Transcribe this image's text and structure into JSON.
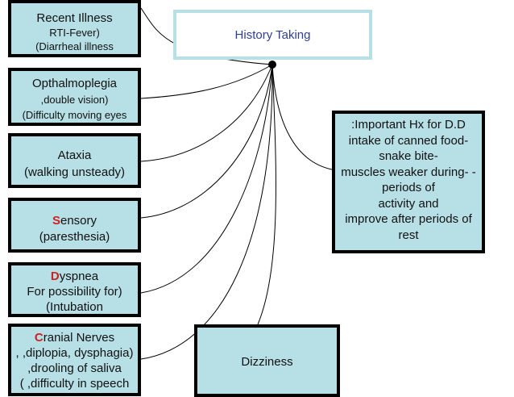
{
  "colors": {
    "box_fill": "#b7dfe6",
    "box_border": "#000000",
    "title_text": "#2f3f8f",
    "highlight_letter": "#d21f1f"
  },
  "history": {
    "label": "History Taking"
  },
  "recent_illness": {
    "title": "Recent Illness",
    "line2": "RTI-Fever)",
    "line3": "(Diarrheal illness"
  },
  "opthalmoplegia": {
    "title": "Opthalmoplegia",
    "line2": ",double vision)",
    "line3": "(Difficulty moving eyes"
  },
  "ataxia": {
    "title": "Ataxia",
    "line2": "(walking unsteady)"
  },
  "sensory": {
    "initial": "S",
    "rest": "ensory",
    "line2": "(paresthesia)"
  },
  "dyspnea": {
    "initial": "D",
    "rest": "yspnea",
    "line2": "For possibility for)",
    "line3": "(Intubation"
  },
  "cranial": {
    "initial": "C",
    "rest": "ranial Nerves",
    "line2": ", ,diplopia, dysphagia)",
    "line3": ",drooling of saliva",
    "line4": "( ,difficulty in speech"
  },
  "important": {
    "lines": [
      ":Important Hx for D.D",
      "intake of canned food-",
      "snake bite-",
      "muscles weaker during- -",
      "periods of",
      "activity and",
      "improve after periods of",
      "rest"
    ]
  },
  "dizziness": {
    "label": "Dizziness"
  }
}
